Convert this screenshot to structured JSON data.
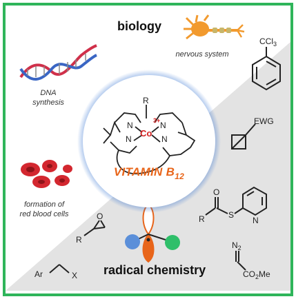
{
  "colors": {
    "border": "#2fb55a",
    "center_glow": "#2f6fd0",
    "vitamin": "#e8651a",
    "cobalt": "#d32020",
    "gray_triangle": "#e3e3e3"
  },
  "headings": {
    "biology": "biology",
    "radical_chemistry": "radical chemistry"
  },
  "biology_labels": {
    "nervous_system": "nervous system",
    "dna_line1": "DNA",
    "dna_line2": "synthesis",
    "rbc_line1": "formation of",
    "rbc_line2": "red blood cells"
  },
  "center": {
    "vitamin_text": "VITAMIN B",
    "vitamin_subscript": "12",
    "r_label": "R",
    "metal": "Co",
    "charge": "3+",
    "n_label": "N"
  },
  "chemistry_labels": {
    "ccl3": "CCl",
    "ccl3_sub": "3",
    "ewg": "EWG",
    "thioester_o": "O",
    "thioester_r": "R",
    "thioester_s": "S",
    "pyridine_n": "N",
    "epoxide_o": "O",
    "epoxide_r": "R",
    "diazo_n2": "N",
    "diazo_n2_sub": "2",
    "diazo_ester": "CO",
    "diazo_ester_sub": "2",
    "diazo_ester_me": "Me",
    "alkyl_ar": "Ar",
    "alkyl_x": "X"
  },
  "icons": [
    "dna-helix-icon",
    "neuron-icon",
    "red-blood-cells-icon",
    "p-orbital-radical-icon"
  ]
}
